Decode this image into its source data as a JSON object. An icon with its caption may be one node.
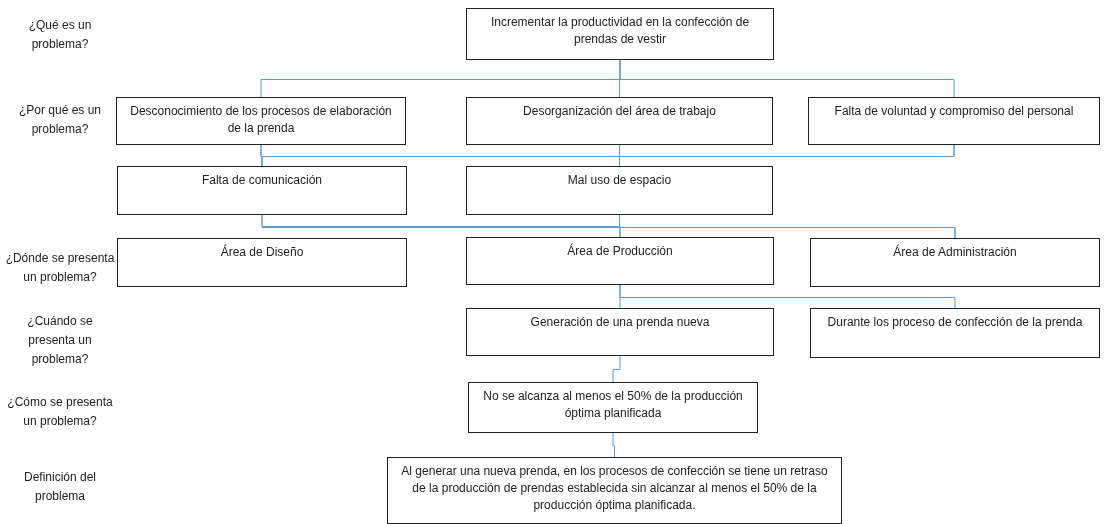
{
  "diagram": {
    "nodes": [
      {
        "text": [
          "Incrementar la productividad en la confección de prendas de vestir"
        ]
      },
      {
        "text": [
          "Desconocimiento de los procesos de elaboración de la prenda"
        ]
      },
      {
        "text": [
          "Desorganización del área de trabajo"
        ]
      },
      {
        "text": [
          "Falta de voluntad y compromiso del personal"
        ]
      },
      {
        "text": [
          "Falta de comunicación"
        ]
      },
      {
        "text": [
          "Mal uso de espacio"
        ]
      },
      {
        "text": [
          "Área de Diseño"
        ]
      },
      {
        "text": [
          "Área de Producción"
        ]
      },
      {
        "text": [
          "Área de Administración"
        ]
      },
      {
        "text": [
          "Generación de una prenda nueva"
        ]
      },
      {
        "text": [
          "Durante los proceso de confección de la prenda"
        ]
      },
      {
        "text": [
          "No se alcanza al menos el 50% de la producción óptima planificada"
        ]
      },
      {
        "text": [
          "Al generar una nueva prenda, en los procesos de confección se tiene un retraso de la producción de prendas establecida sin alcanzar al menos el 50% de la producción óptima planificada."
        ]
      }
    ],
    "edges": [
      {
        "from": 0,
        "to": 1,
        "arrow": "none"
      },
      {
        "from": 0,
        "to": 2,
        "arrow": "none"
      },
      {
        "from": 0,
        "to": 3,
        "arrow": "none"
      },
      {
        "from": 1,
        "to": 4,
        "arrow": "none"
      },
      {
        "from": 1,
        "to": 5,
        "arrow": "none"
      },
      {
        "from": 2,
        "to": 4,
        "arrow": "none"
      },
      {
        "from": 2,
        "to": 5,
        "arrow": "none"
      },
      {
        "from": 3,
        "to": 4,
        "arrow": "none"
      },
      {
        "from": 3,
        "to": 5,
        "arrow": "none"
      },
      {
        "from": 4,
        "to": 7,
        "arrow": "none"
      },
      {
        "from": 4,
        "to": 8,
        "arrow": "none"
      },
      {
        "from": 5,
        "to": 7,
        "arrow": "none"
      },
      {
        "from": 5,
        "to": 8,
        "arrow": "none"
      },
      {
        "from": 7,
        "to": 9,
        "arrow": "none"
      },
      {
        "from": 7,
        "to": 10,
        "arrow": "none"
      },
      {
        "from": 9,
        "to": 11,
        "arrow": "none"
      },
      {
        "from": 11,
        "to": 12,
        "arrow": "none"
      }
    ],
    "labels": [
      "¿Qué es un problema?",
      "¿Por qué es un problema?",
      "¿Dónde se presenta un problema?",
      "¿Cuándo se presenta un problema?",
      "¿Cómo se presenta un problema?",
      "Definición del problema"
    ]
  }
}
